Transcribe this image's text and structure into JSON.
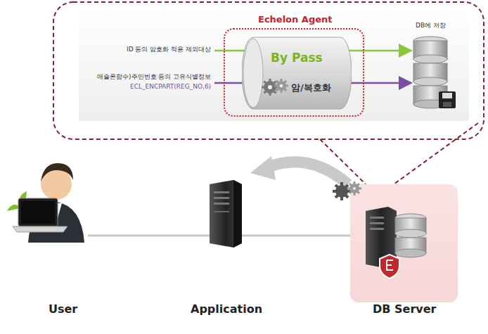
{
  "diagram": {
    "nodes": [
      {
        "text": [
          "Echelon Agent"
        ]
      },
      {
        "text": [
          "By Pass",
          "암/복호화"
        ],
        "in": 0
      }
    ],
    "labels": [
      "ID 등의 암호화 적용 제외대상",
      "애슐론함수)주민번호 등의 고유식별정보",
      "ECL_ENCPART(REG_NO,6)",
      "DB에 저장",
      "User",
      "Application",
      "DB Server"
    ]
  }
}
